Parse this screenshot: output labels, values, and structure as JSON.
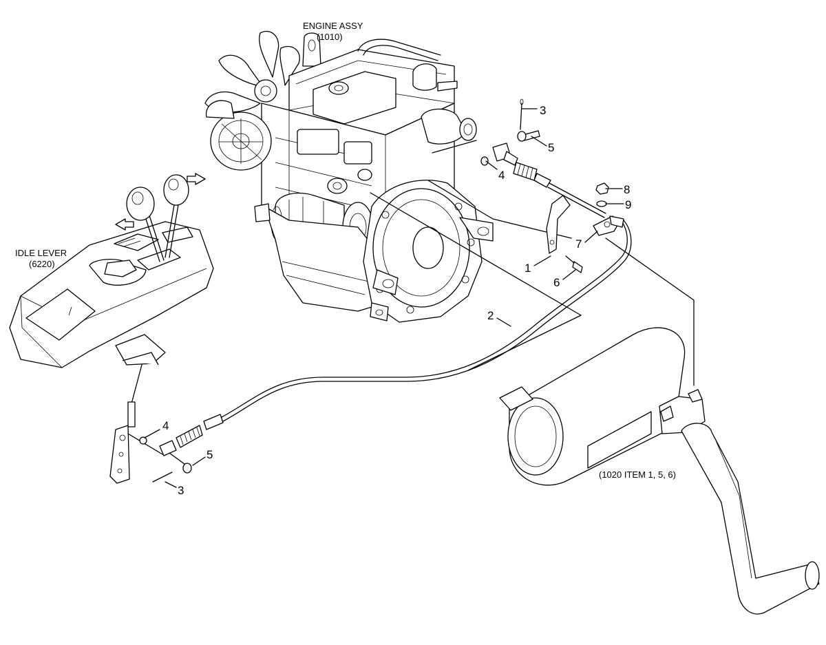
{
  "assemblies": {
    "engine": {
      "name": "ENGINE ASSY",
      "code": "(1010)"
    },
    "idle_lever": {
      "name": "IDLE LEVER",
      "code": "(6220)"
    },
    "muffler_ref": "(1020 ITEM 1, 5, 6)"
  },
  "callouts": {
    "c1": "1",
    "c2": "2",
    "c3a": "3",
    "c3b": "3",
    "c4a": "4",
    "c4b": "4",
    "c5a": "5",
    "c5b": "5",
    "c6": "6",
    "c7": "7",
    "c8": "8",
    "c9": "9"
  }
}
